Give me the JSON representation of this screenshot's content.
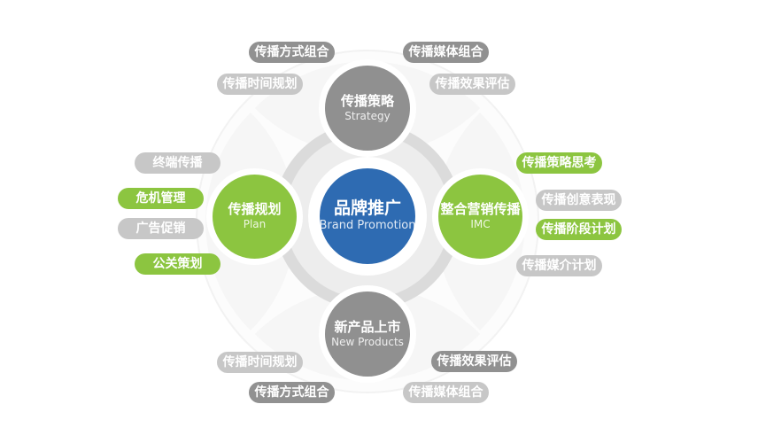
{
  "diagram": {
    "center": {
      "title": "品牌推广",
      "subtitle": "Brand Promotion"
    },
    "nodes": {
      "top": {
        "title": "传播策略",
        "subtitle": "Strategy"
      },
      "left": {
        "title": "传播规划",
        "subtitle": "Plan"
      },
      "right": {
        "title": "整合营销传播",
        "subtitle": "IMC"
      },
      "bottom": {
        "title": "新产品上市",
        "subtitle": "New Products"
      }
    },
    "tags": [
      {
        "label": "传播方式组合",
        "style": "dark"
      },
      {
        "label": "传播媒体组合",
        "style": "dark"
      },
      {
        "label": "传播时间规划",
        "style": "light"
      },
      {
        "label": "传播效果评估",
        "style": "light"
      },
      {
        "label": "终端传播",
        "style": "light"
      },
      {
        "label": "传播策略思考",
        "style": "green"
      },
      {
        "label": "危机管理",
        "style": "green"
      },
      {
        "label": "传播创意表现",
        "style": "light"
      },
      {
        "label": "广告促销",
        "style": "light"
      },
      {
        "label": "传播阶段计划",
        "style": "green"
      },
      {
        "label": "公关策划",
        "style": "green"
      },
      {
        "label": "传播媒介计划",
        "style": "light"
      },
      {
        "label": "传播时间规划",
        "style": "light"
      },
      {
        "label": "传播效果评估",
        "style": "dark"
      },
      {
        "label": "传播方式组合",
        "style": "dark"
      },
      {
        "label": "传播媒体组合",
        "style": "light"
      }
    ],
    "colors": {
      "green": "#8cc540",
      "blue": "#2e6bb2",
      "dark_gray": "#919191",
      "light_gray": "#c7c7c7",
      "ring_gray": "#dbdbdb"
    }
  }
}
